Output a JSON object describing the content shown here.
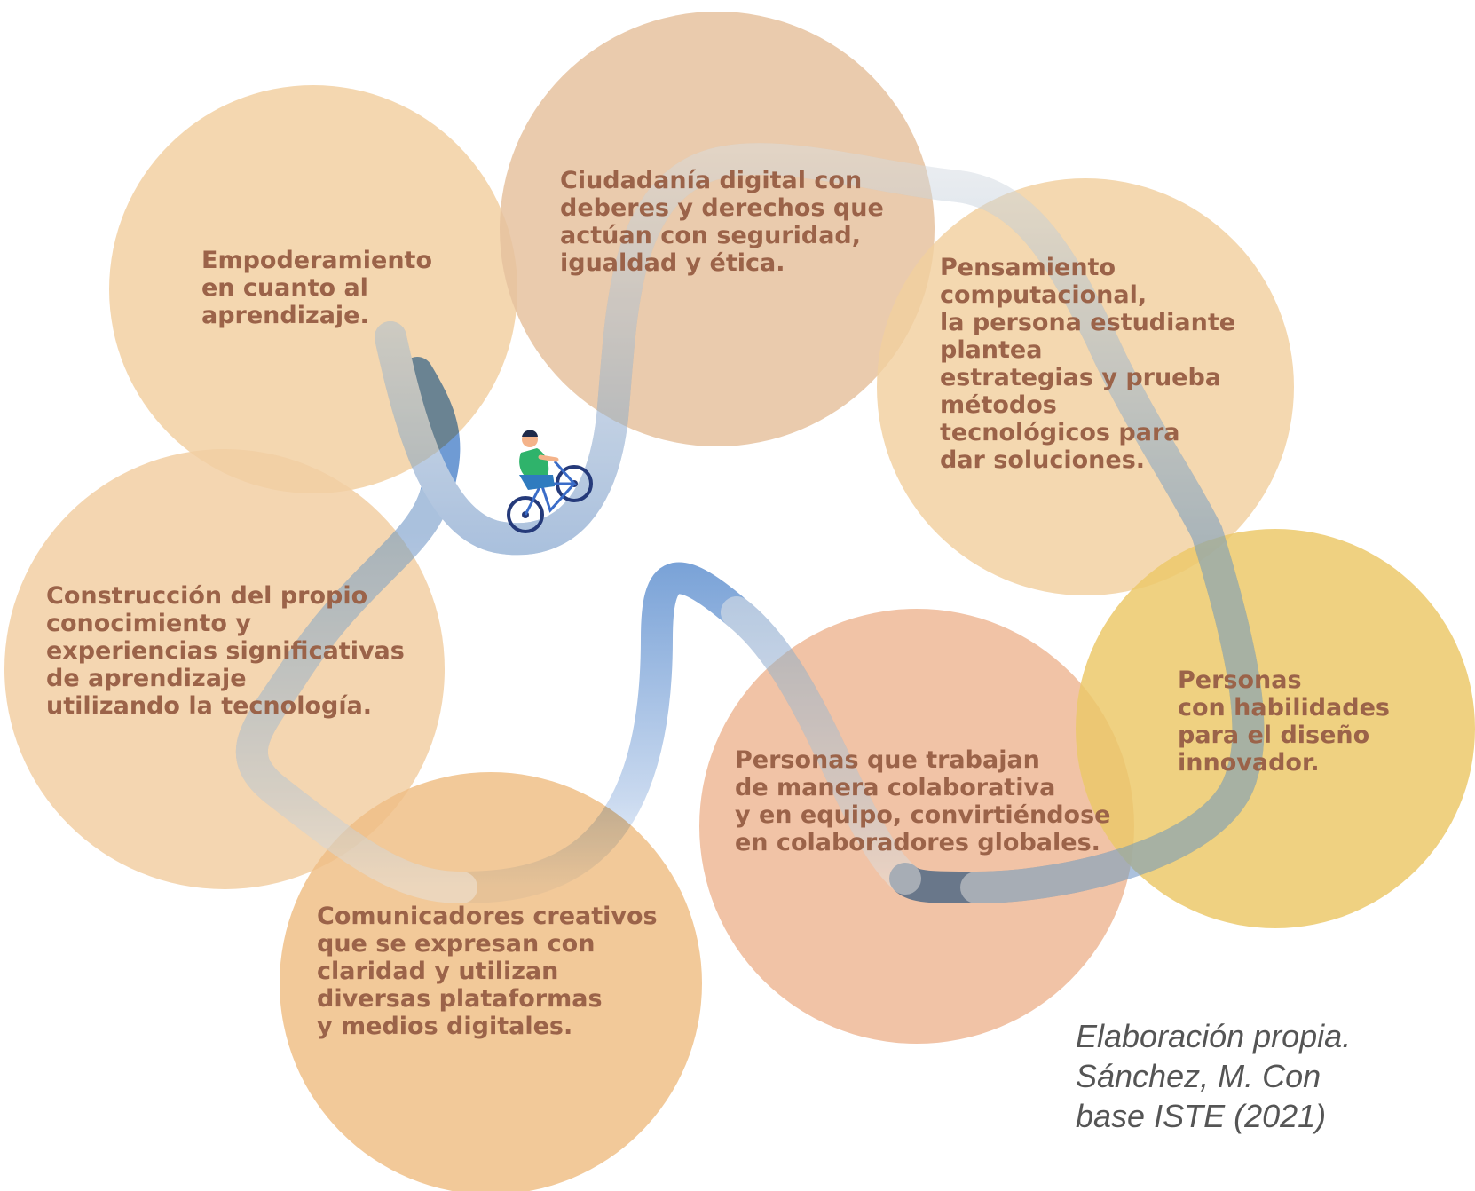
{
  "colors": {
    "path_blue": "#6f9bd4",
    "path_fade": "#e8eff9",
    "circle_empowerment": "#f3d1a5",
    "circle_citizenship": "#e6c29f",
    "circle_computational": "#f2cf9f",
    "circle_construction": "#f2cfa3",
    "circle_communicators": "#f0c087",
    "circle_collaborators": "#eeb996",
    "circle_design": "#ecc96b",
    "text": "#9b6349",
    "credit_text": "#555555"
  },
  "icons": {
    "cyclist": "cyclist-icon"
  },
  "nodes": {
    "empowerment": "Empoderamiento\nen cuanto al\naprendizaje.",
    "citizenship": "Ciudadanía digital con\ndeberes y derechos que\nactúan con seguridad,\nigualdad y ética.",
    "computational": "Pensamiento\ncomputacional,\nla persona estudiante\nplantea\nestrategias y prueba\nmétodos\ntecnológicos para\ndar soluciones.",
    "construction": "Construcción del propio\nconocimiento y\nexperiencias significativas\nde aprendizaje\nutilizando la tecnología.",
    "communicators": "Comunicadores creativos\nque se expresan con\nclaridad y utilizan\ndiversas plataformas\ny medios digitales.",
    "collaborators": "Personas que trabajan\nde manera colaborativa\ny en equipo, convirtiéndose\nen colaboradores globales.",
    "design": "Personas\ncon habilidades\npara el diseño\ninnovador."
  },
  "credit": "Elaboración propia.\nSánchez, M. Con\nbase ISTE (2021)"
}
